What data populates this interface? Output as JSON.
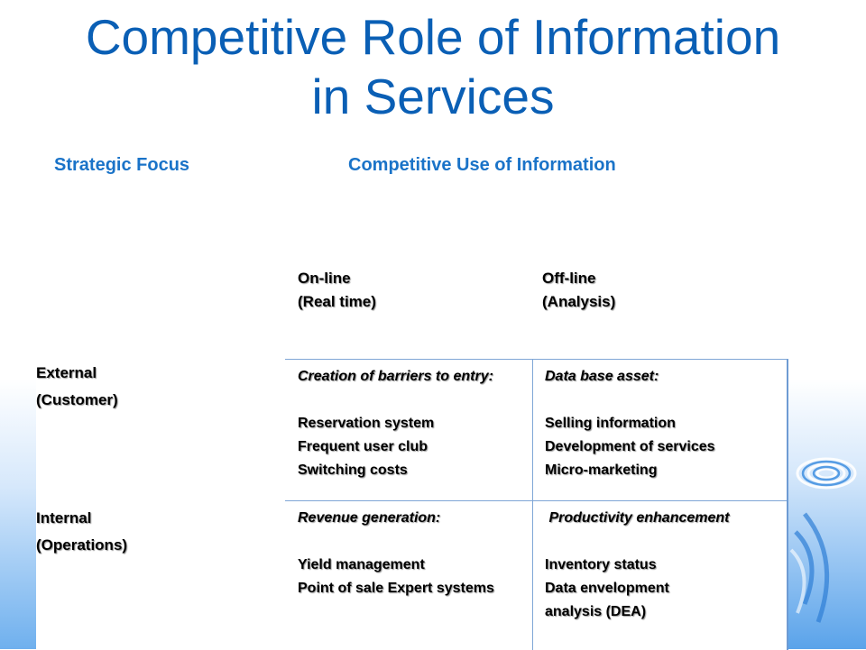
{
  "slide": {
    "title_line1": "Competitive Role of Information",
    "title_line2": "in Services",
    "colors": {
      "title": "#0a5fb5",
      "heading": "#1a73c8",
      "accent": "#5aa3ea"
    }
  },
  "headings": {
    "strategic_focus": "Strategic Focus",
    "competitive_use": "Competitive Use of Information"
  },
  "columns": {
    "online_line1": "On-line",
    "online_line2": "(Real time)",
    "offline_line1": "Off-line",
    "offline_line2": "(Analysis)"
  },
  "rows": {
    "external_line1": "External",
    "external_line2": "(Customer)",
    "internal_line1": "Internal",
    "internal_line2": "(Operations)"
  },
  "cells": {
    "external_online": {
      "header": "Creation of barriers to entry:",
      "items": [
        "Reservation system",
        "Frequent user club",
        "Switching costs"
      ]
    },
    "external_offline": {
      "header": "Data base asset:",
      "items": [
        "Selling information",
        "Development of services",
        "Micro-marketing"
      ]
    },
    "internal_online": {
      "header": "Revenue generation:",
      "items": [
        "Yield management",
        "Point of sale Expert systems"
      ]
    },
    "internal_offline": {
      "header": " Productivity enhancement",
      "items": [
        "Inventory status",
        "Data envelopment",
        "analysis (DEA)"
      ]
    }
  },
  "decoration": {
    "icon": "water-ripple-icon"
  }
}
